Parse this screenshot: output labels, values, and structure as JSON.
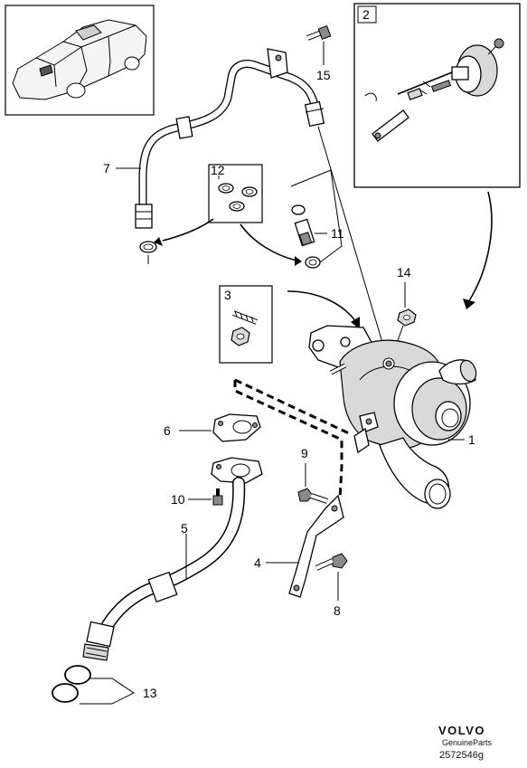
{
  "callouts": {
    "c1": "1",
    "c2": "2",
    "c3": "3",
    "c4": "4",
    "c5": "5",
    "c6": "6",
    "c7": "7",
    "c8": "8",
    "c9": "9",
    "c10": "10",
    "c11": "11",
    "c12": "12",
    "c13": "13",
    "c14": "14",
    "c15": "15"
  },
  "brand": {
    "logo_text": "VOLVO",
    "sub_text": "GenuineParts",
    "diagram_number": "2572546g"
  }
}
